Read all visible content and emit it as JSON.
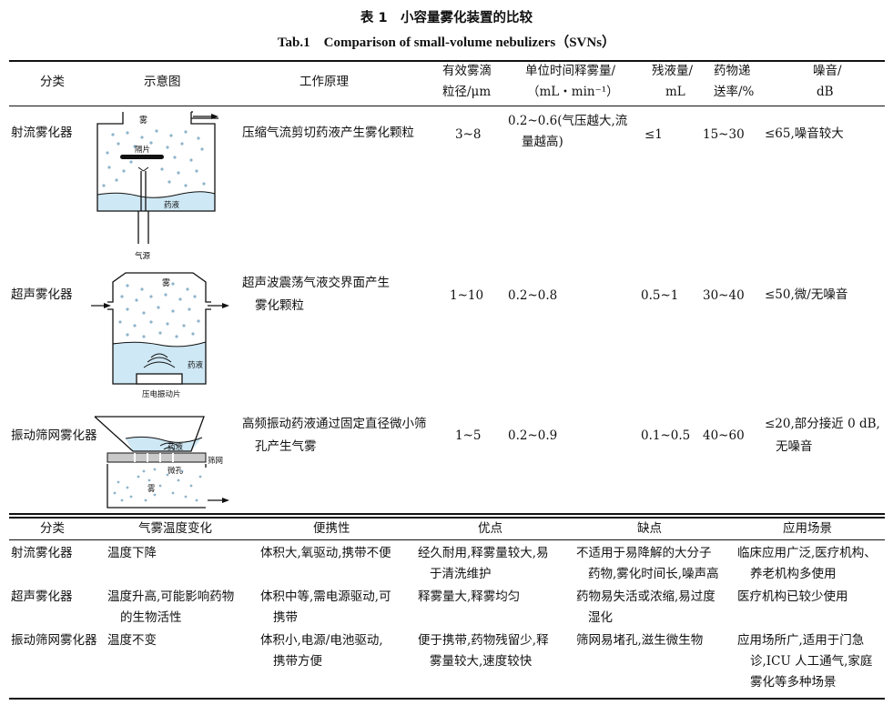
{
  "caption": {
    "cn": "表 1　小容量雾化装置的比较",
    "en": "Tab.1　Comparison of small-volume nebulizers（SVNs）"
  },
  "top_header": {
    "category": "分类",
    "diagram": "示意图",
    "principle": "工作原理",
    "droplet_1": "有效雾滴",
    "droplet_2": "粒径/μm",
    "output_1": "单位时间释雾量/",
    "output_2": "（mL・min⁻¹）",
    "residual_1": "残液量/",
    "residual_2": "mL",
    "delivery_1": "药物递",
    "delivery_2": "送率/%",
    "noise_1": "噪音/",
    "noise_2": "dB"
  },
  "top_rows": [
    {
      "name": "射流雾化器",
      "principle": [
        "压缩气流剪切药液产生雾化颗粒"
      ],
      "droplet": "3~8",
      "output": [
        "0.2~0.6(气压越大,流",
        "量越高)"
      ],
      "residual": "≤1",
      "delivery": "15~30",
      "noise": [
        "≤65,噪音较大"
      ],
      "diagram": {
        "mist": "雾",
        "baffle": "隔片",
        "liquid": "药液",
        "gas": "气源"
      }
    },
    {
      "name": "超声雾化器",
      "principle": [
        "超声波震荡气液交界面产生",
        "雾化颗粒"
      ],
      "droplet": "1~10",
      "output": [
        "0.2~0.8"
      ],
      "residual": "0.5~1",
      "delivery": "30~40",
      "noise": [
        "≤50,微/无噪音"
      ],
      "diagram": {
        "mist": "雾",
        "liquid": "药液",
        "plate": "压电振动片"
      }
    },
    {
      "name": "振动筛网雾化器",
      "principle": [
        "高频振动药液通过固定直径微小筛",
        "孔产生气雾"
      ],
      "droplet": "1~5",
      "output": [
        "0.2~0.9"
      ],
      "residual": "0.1~0.5",
      "delivery": "40~60",
      "noise": [
        "≤20,部分接近 0 dB,",
        "无噪音"
      ],
      "diagram": {
        "liquid": "药液",
        "mesh": "筛网",
        "hole": "微孔",
        "mist": "雾"
      }
    }
  ],
  "bottom_header": {
    "category": "分类",
    "temperature": "气雾温度变化",
    "portability": "便携性",
    "advantages": "优点",
    "disadvantages": "缺点",
    "scenarios": "应用场景"
  },
  "bottom_rows": [
    {
      "name": "射流雾化器",
      "temperature": [
        "温度下降"
      ],
      "portability": [
        "体积大,氧驱动,携带不便"
      ],
      "advantages": [
        "经久耐用,释雾量较大,易",
        "于清洗维护"
      ],
      "disadvantages": [
        "不适用于易降解的大分子",
        "药物,雾化时间长,噪声高"
      ],
      "scenarios": [
        "临床应用广泛,医疗机构、",
        "养老机构多使用"
      ]
    },
    {
      "name": "超声雾化器",
      "temperature": [
        "温度升高,可能影响药物",
        "的生物活性"
      ],
      "portability": [
        "体积中等,需电源驱动,可",
        "携带"
      ],
      "advantages": [
        "释雾量大,释雾均匀"
      ],
      "disadvantages": [
        "药物易失活或浓缩,易过度",
        "湿化"
      ],
      "scenarios": [
        "医疗机构已较少使用"
      ]
    },
    {
      "name": "振动筛网雾化器",
      "temperature": [
        "温度不变"
      ],
      "portability": [
        "体积小,电源/电池驱动,",
        "携带方便"
      ],
      "advantages": [
        "便于携带,药物残留少,释",
        "雾量较大,速度较快"
      ],
      "disadvantages": [
        "筛网易堵孔,滋生微生物"
      ],
      "scenarios": [
        "应用场所广,适用于门急",
        "诊,ICU 人工通气,家庭",
        "雾化等多种场景"
      ]
    }
  ],
  "colors": {
    "liquid": "#cfe8f5",
    "dots": "#7aa6c2",
    "line": "#111111"
  }
}
